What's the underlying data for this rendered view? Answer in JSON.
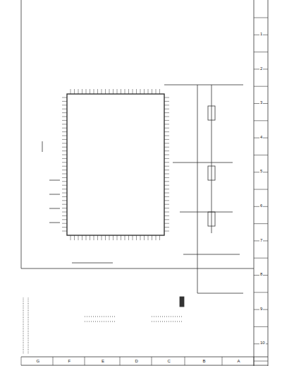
{
  "diagram": {
    "labels": [
      "1",
      "2",
      "3",
      "4",
      "5",
      "6",
      "7",
      "8",
      "9",
      "10",
      "A",
      "B",
      "C",
      "D",
      "E",
      "F",
      "G"
    ]
  }
}
